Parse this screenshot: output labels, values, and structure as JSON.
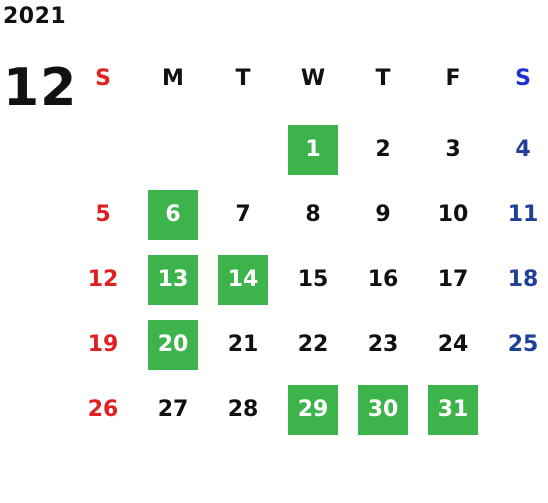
{
  "calendar": {
    "year": "2021",
    "month": "12",
    "weekday_headers": [
      {
        "label": "S",
        "color": "#e02020"
      },
      {
        "label": "M",
        "color": "#111111"
      },
      {
        "label": "T",
        "color": "#111111"
      },
      {
        "label": "W",
        "color": "#111111"
      },
      {
        "label": "T",
        "color": "#111111"
      },
      {
        "label": "F",
        "color": "#111111"
      },
      {
        "label": "S",
        "color": "#1a2fd6"
      }
    ],
    "colors": {
      "sunday": "#e02020",
      "saturday": "#1f3f99",
      "weekday": "#111111",
      "highlight_bg": "#3cb44b",
      "highlight_text": "#ffffff"
    },
    "weeks": [
      [
        null,
        null,
        null,
        {
          "day": "1",
          "hl": true
        },
        {
          "day": "2"
        },
        {
          "day": "3"
        },
        {
          "day": "4"
        }
      ],
      [
        {
          "day": "5"
        },
        {
          "day": "6",
          "hl": true
        },
        {
          "day": "7"
        },
        {
          "day": "8"
        },
        {
          "day": "9"
        },
        {
          "day": "10"
        },
        {
          "day": "11"
        }
      ],
      [
        {
          "day": "12"
        },
        {
          "day": "13",
          "hl": true
        },
        {
          "day": "14",
          "hl": true
        },
        {
          "day": "15"
        },
        {
          "day": "16"
        },
        {
          "day": "17"
        },
        {
          "day": "18"
        }
      ],
      [
        {
          "day": "19"
        },
        {
          "day": "20",
          "hl": true
        },
        {
          "day": "21"
        },
        {
          "day": "22"
        },
        {
          "day": "23"
        },
        {
          "day": "24"
        },
        {
          "day": "25"
        }
      ],
      [
        {
          "day": "26"
        },
        {
          "day": "27"
        },
        {
          "day": "28"
        },
        {
          "day": "29",
          "hl": true
        },
        {
          "day": "30",
          "hl": true
        },
        {
          "day": "31",
          "hl": true
        },
        null
      ]
    ]
  }
}
